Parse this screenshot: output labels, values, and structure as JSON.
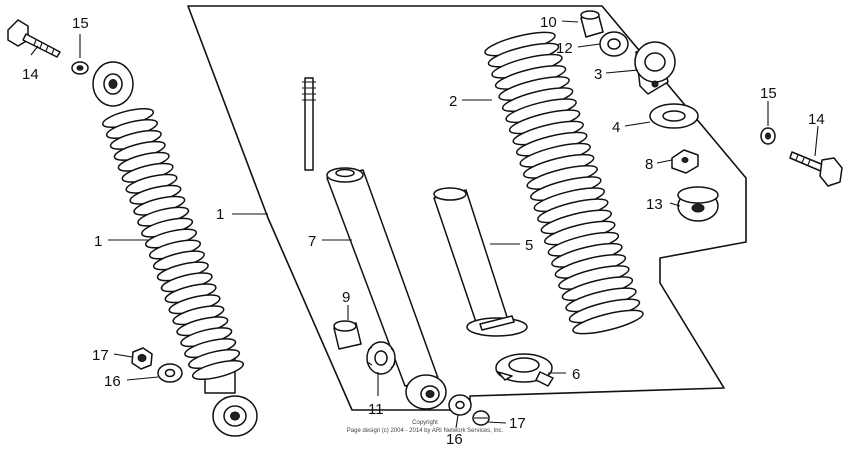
{
  "labels": [
    {
      "key": "l14a",
      "text": "14"
    },
    {
      "key": "l15a",
      "text": "15"
    },
    {
      "key": "l1a",
      "text": "1"
    },
    {
      "key": "l17a",
      "text": "17"
    },
    {
      "key": "l16a",
      "text": "16"
    },
    {
      "key": "l1b",
      "text": "1"
    },
    {
      "key": "l7",
      "text": "7"
    },
    {
      "key": "l9",
      "text": "9"
    },
    {
      "key": "l11",
      "text": "11"
    },
    {
      "key": "l2",
      "text": "2"
    },
    {
      "key": "l5",
      "text": "5"
    },
    {
      "key": "l6",
      "text": "6"
    },
    {
      "key": "l10",
      "text": "10"
    },
    {
      "key": "l12",
      "text": "12"
    },
    {
      "key": "l3",
      "text": "3"
    },
    {
      "key": "l4",
      "text": "4"
    },
    {
      "key": "l8",
      "text": "8"
    },
    {
      "key": "l13",
      "text": "13"
    },
    {
      "key": "l15b",
      "text": "15"
    },
    {
      "key": "l14b",
      "text": "14"
    },
    {
      "key": "l16b",
      "text": "16"
    },
    {
      "key": "l17b",
      "text": "17"
    }
  ],
  "footer": {
    "line1": "Copyright",
    "line2": "Page design (c) 2004 - 2014 by ARI Network Services, Inc."
  }
}
